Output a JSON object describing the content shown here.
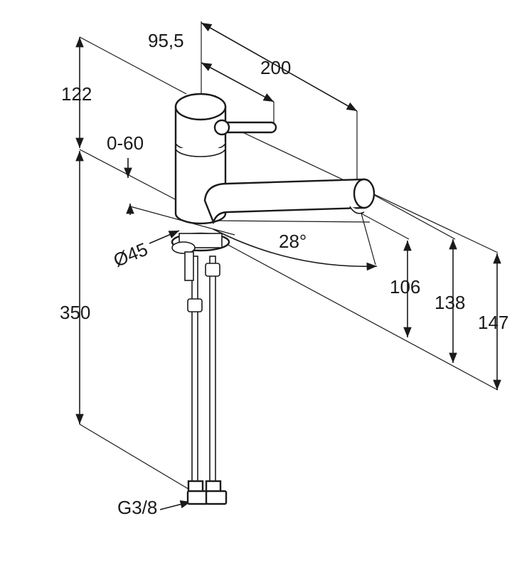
{
  "dimensions": {
    "d_95_5": "95,5",
    "d_200": "200",
    "d_122": "122",
    "d_0_60": "0-60",
    "d_diam45": "Ø45",
    "d_28deg": "28°",
    "d_106": "106",
    "d_138": "138",
    "d_147": "147",
    "d_350": "350",
    "d_g38": "G3/8"
  }
}
